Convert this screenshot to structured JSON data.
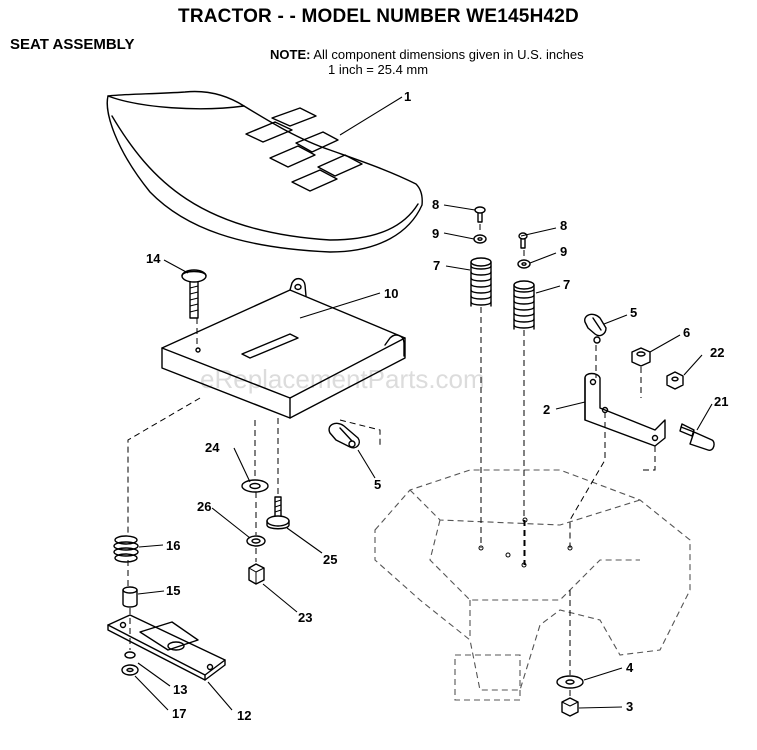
{
  "title": "TRACTOR - - MODEL NUMBER WE145H42D",
  "subtitle": "SEAT ASSEMBLY",
  "note": {
    "label": "NOTE:",
    "line1": "All component dimensions given in U.S. inches",
    "line2": "1 inch = 25.4 mm"
  },
  "watermark": "eReplacementParts.com",
  "callouts": {
    "c1": "1",
    "c2": "2",
    "c3": "3",
    "c4": "4",
    "c5a": "5",
    "c5b": "5",
    "c6": "6",
    "c7a": "7",
    "c7b": "7",
    "c8a": "8",
    "c8b": "8",
    "c9a": "9",
    "c9b": "9",
    "c10": "10",
    "c12": "12",
    "c13": "13",
    "c14": "14",
    "c15": "15",
    "c16": "16",
    "c17": "17",
    "c21": "21",
    "c22": "22",
    "c23": "23",
    "c24": "24",
    "c25": "25",
    "c26": "26"
  }
}
